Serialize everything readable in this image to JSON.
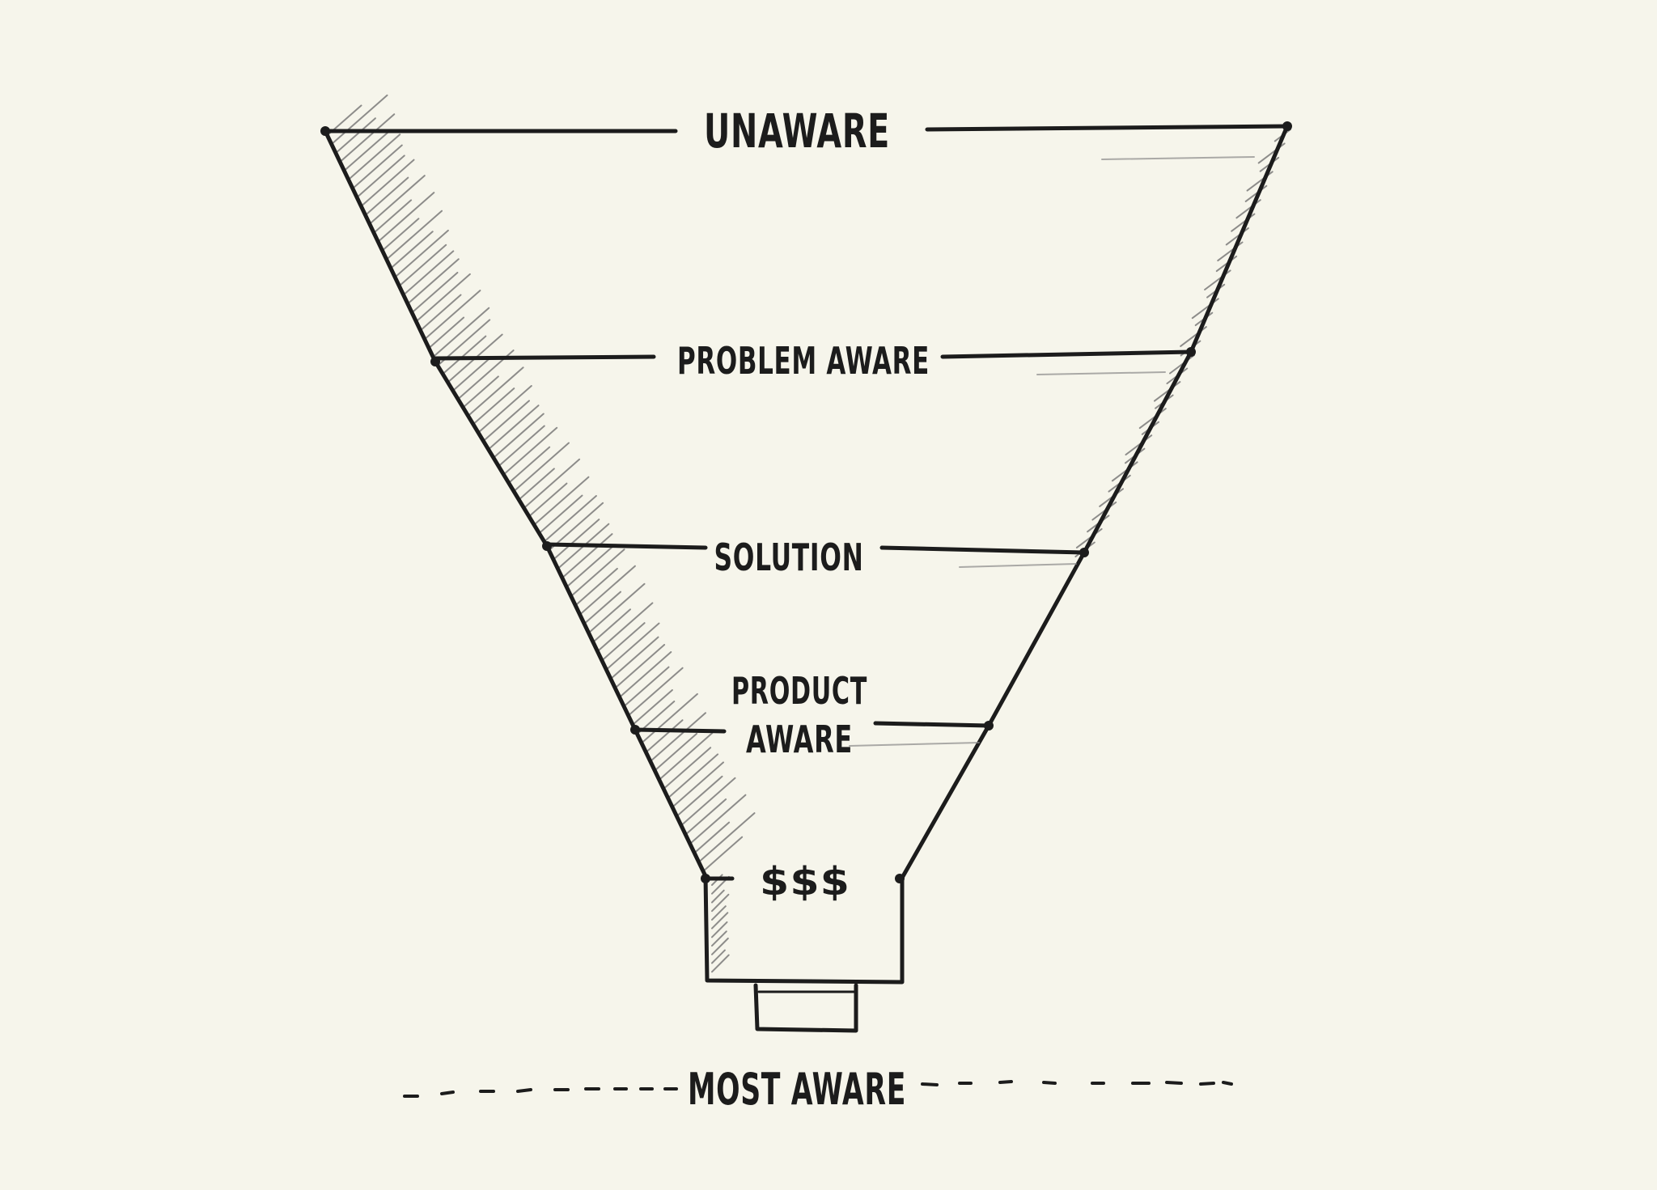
{
  "diagram": {
    "stages": [
      {
        "id": "unaware",
        "lines": [
          "UNAWARE"
        ]
      },
      {
        "id": "problem-aware",
        "lines": [
          "PROBLEM AWARE"
        ]
      },
      {
        "id": "solution",
        "lines": [
          "SOLUTION"
        ]
      },
      {
        "id": "product-aware",
        "lines": [
          "PRODUCT",
          "AWARE"
        ]
      },
      {
        "id": "money",
        "lines": [
          "$$$"
        ]
      }
    ],
    "bottom_label": "MOST AWARE",
    "colors": {
      "background": "#f6f5eb",
      "ink": "#1c1c1c",
      "shading": "#6a6a6a"
    }
  }
}
